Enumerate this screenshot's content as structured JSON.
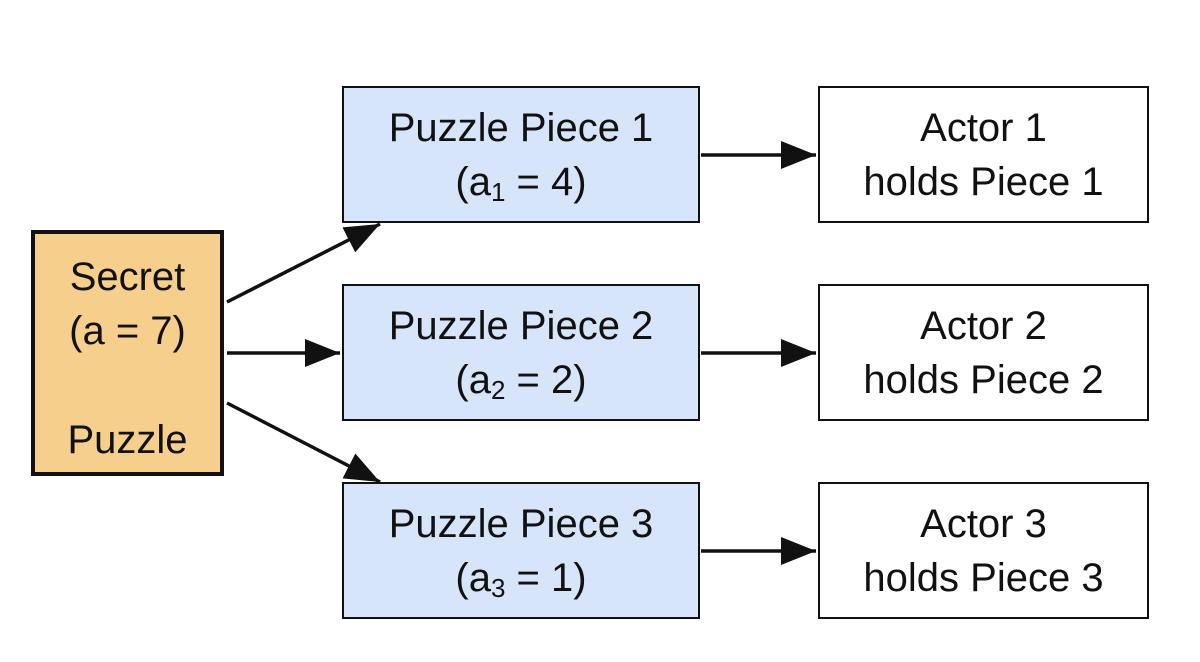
{
  "secret": {
    "line1": "Secret",
    "line2": "(a = 7)",
    "line3": "Puzzle"
  },
  "pieces": [
    {
      "title": "Puzzle Piece 1",
      "open": "(a",
      "sub": "1",
      "close": " = 4)"
    },
    {
      "title": "Puzzle Piece 2",
      "open": "(a",
      "sub": "2",
      "close": " = 2)"
    },
    {
      "title": "Puzzle Piece 3",
      "open": "(a",
      "sub": "3",
      "close": " = 1)"
    }
  ],
  "actors": [
    {
      "line1": "Actor 1",
      "line2": "holds Piece 1"
    },
    {
      "line1": "Actor 2",
      "line2": "holds Piece 2"
    },
    {
      "line1": "Actor 3",
      "line2": "holds Piece 3"
    }
  ],
  "colors": {
    "secret_fill": "#f7cf8c",
    "piece_fill": "#d7e5fb",
    "actor_fill": "#ffffff",
    "stroke": "#111111"
  }
}
